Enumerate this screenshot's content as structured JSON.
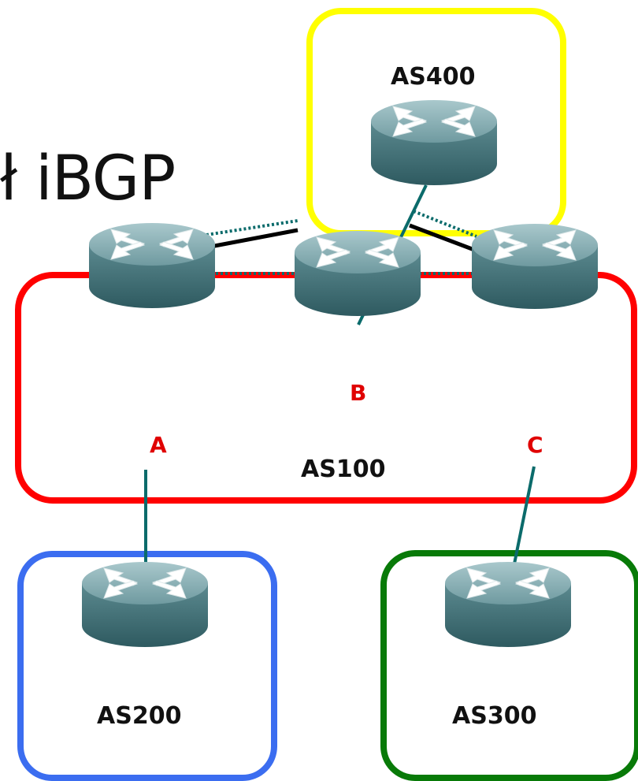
{
  "title": "ł iBGP",
  "systems": {
    "as400": {
      "label": "AS400",
      "color": "#ffff00"
    },
    "as100": {
      "label": "AS100",
      "color": "#ff0000"
    },
    "as200": {
      "label": "AS200",
      "color": "#3b6df0"
    },
    "as300": {
      "label": "AS300",
      "color": "#087a08"
    }
  },
  "routers": {
    "a": {
      "label": "A"
    },
    "b": {
      "label": "B"
    },
    "c": {
      "label": "C"
    }
  },
  "colors": {
    "ebgp_link": "#0b6b6b",
    "ibgp_physical": "#000000",
    "ibgp_session": "#0b6b6b",
    "router_label": "#e00000"
  },
  "icons": {
    "router": "router-icon"
  }
}
